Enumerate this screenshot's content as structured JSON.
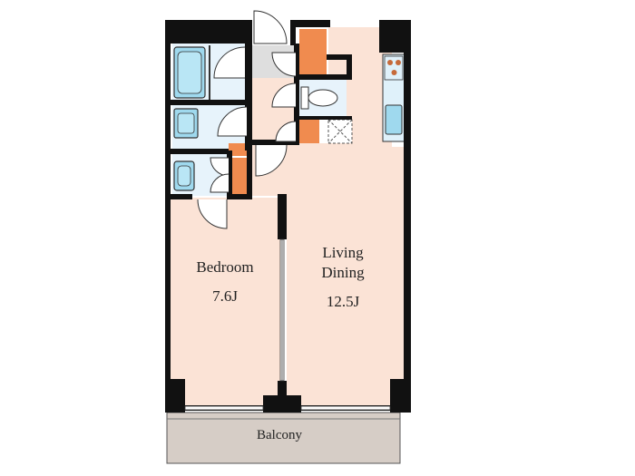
{
  "rooms": {
    "bedroom": {
      "name": "Bedroom",
      "size": "7.6J"
    },
    "living": {
      "name_line1": "Living",
      "name_line2": "Dining",
      "size": "12.5J"
    },
    "balcony": {
      "name": "Balcony"
    }
  },
  "colors": {
    "wall": "#111111",
    "floor": "#fbe3d6",
    "wet_area": "#e7f3fb",
    "fixture": "#9fd9ee",
    "storage": "#f08b4f",
    "hall": "#dedede",
    "balcony": "#d6cdc6"
  }
}
